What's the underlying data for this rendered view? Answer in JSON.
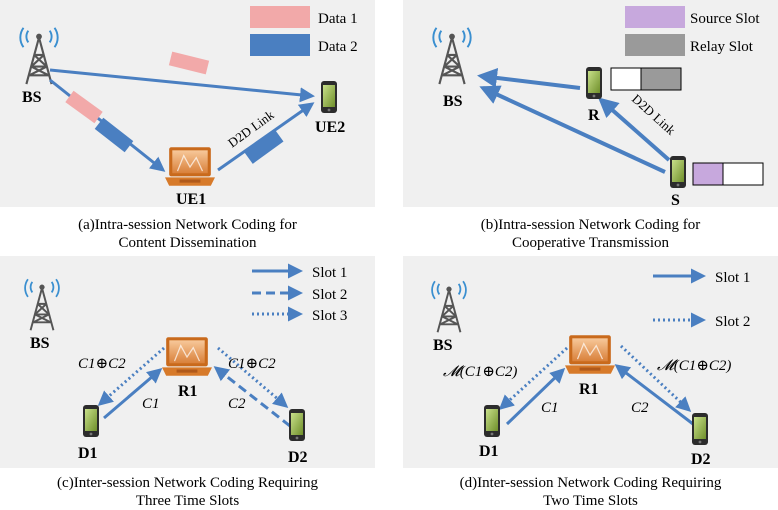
{
  "colors": {
    "arrow_blue": "#4a7fc1",
    "data1_pink": "#f2a9a9",
    "data2_blue": "#4a7fc1",
    "source_slot_purple": "#c7a8dd",
    "relay_slot_gray": "#9a9a9a",
    "panel_bg": "#f0f0f0"
  },
  "icons": {
    "base_station": "base-station-icon",
    "phone": "phone-icon",
    "relay_device": "laptop-icon"
  },
  "panel_a": {
    "legend": {
      "data1": "Data 1",
      "data2": "Data 2"
    },
    "bs": "BS",
    "ue1": "UE1",
    "ue2": "UE2",
    "link_label": "D2D Link",
    "caption_line1": "(a)Intra-session Network Coding for",
    "caption_line2": "Content Dissemination"
  },
  "panel_b": {
    "legend": {
      "source": "Source Slot",
      "relay": "Relay Slot"
    },
    "bs": "BS",
    "r": "R",
    "s": "S",
    "link_label": "D2D Link",
    "caption_line1": "(b)Intra-session Network Coding for",
    "caption_line2": "Cooperative Transmission"
  },
  "panel_c": {
    "legend": {
      "slot1": "Slot 1",
      "slot2": "Slot 2",
      "slot3": "Slot 3"
    },
    "bs": "BS",
    "r1": "R1",
    "d1": "D1",
    "d2": "D2",
    "coded_left": "C1⊕C2",
    "coded_right": "C1⊕C2",
    "c1": "C1",
    "c2": "C2",
    "caption_line1": "(c)Inter-session Network Coding Requiring",
    "caption_line2": "Three Time Slots"
  },
  "panel_d": {
    "legend": {
      "slot1": "Slot 1",
      "slot2": "Slot 2"
    },
    "bs": "BS",
    "r1": "R1",
    "d1": "D1",
    "d2": "D2",
    "coded_left": "𝓜(C1⊕C2)",
    "coded_right": "𝓜(C1⊕C2)",
    "c1": "C1",
    "c2": "C2",
    "caption_line1": "(d)Inter-session Network Coding Requiring",
    "caption_line2": "Two Time Slots"
  }
}
